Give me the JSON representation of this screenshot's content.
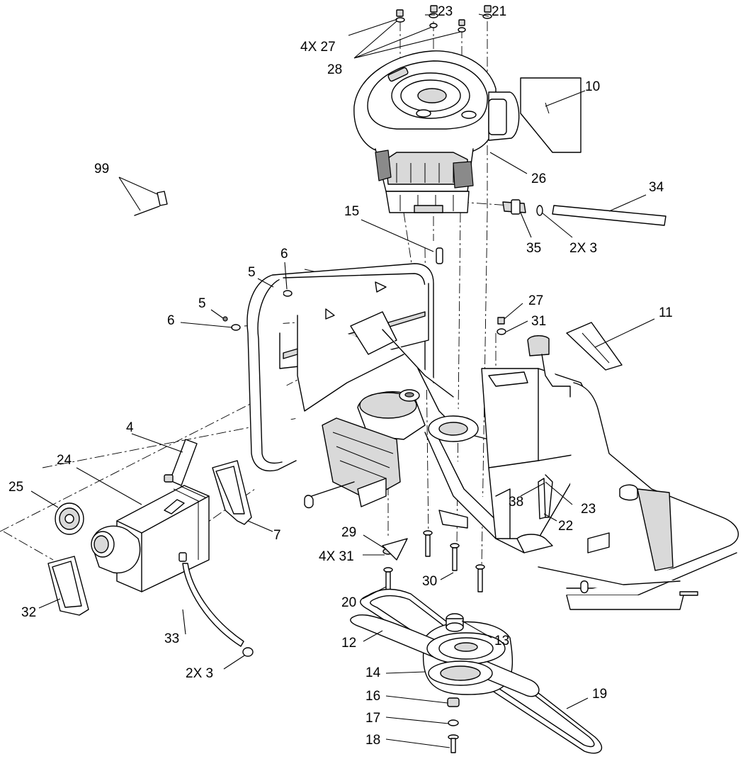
{
  "callouts": {
    "p21": "21",
    "p23_top": "23",
    "p27_top": "4X 27",
    "p28": "28",
    "p10": "10",
    "p26": "26",
    "p99": "99",
    "p34": "34",
    "p15": "15",
    "p35": "35",
    "p3_top": "2X 3",
    "p6_upper": "6",
    "p5_upper": "5",
    "p5_lower": "5",
    "p6_lower": "6",
    "p27_mid": "27",
    "p31_mid": "31",
    "p11": "11",
    "p4": "4",
    "p24": "24",
    "p25": "25",
    "p7": "7",
    "p38": "38",
    "p23_lower": "23",
    "p22": "22",
    "p29": "29",
    "p31_lower": "4X 31",
    "p30": "30",
    "p20": "20",
    "p32": "32",
    "p33": "33",
    "p3_lower": "2X  3",
    "p12": "12",
    "p13": "13",
    "p14": "14",
    "p16": "16",
    "p17": "17",
    "p18": "18",
    "p19": "19"
  }
}
